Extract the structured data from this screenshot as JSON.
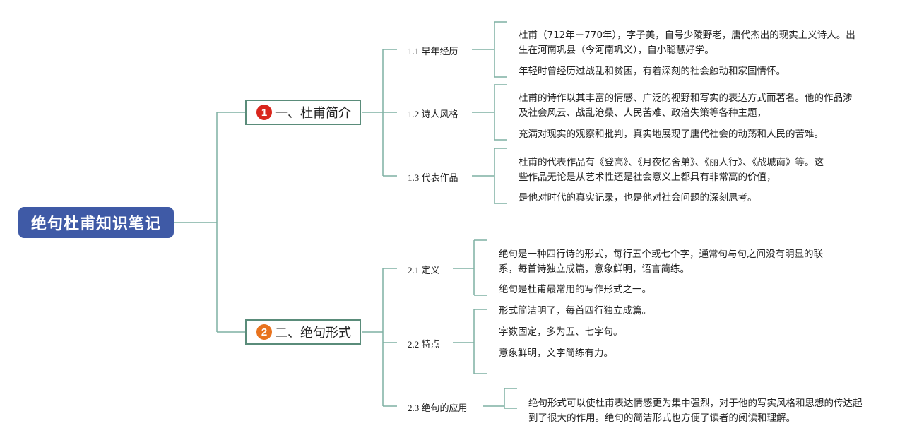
{
  "root": {
    "title": "绝句杜甫知识笔记"
  },
  "sections": [
    {
      "badge": "1",
      "badge_color": "#d9261c",
      "title": "一、杜甫简介",
      "subs": [
        {
          "label": "1.1 早年经历",
          "leaves": [
            [
              "杜甫（712年－770年），字子美，自号少陵野老，唐代杰出的现实主义诗人。出",
              "生在河南巩县（今河南巩义），自小聪慧好学。"
            ],
            [
              "年轻时曾经历过战乱和贫困，有着深刻的社会触动和家国情怀。"
            ]
          ]
        },
        {
          "label": "1.2 诗人风格",
          "leaves": [
            [
              "杜甫的诗作以其丰富的情感、广泛的视野和写实的表达方式而著名。他的作品涉",
              "及社会风云、战乱沧桑、人民苦难、政治失策等各种主题，"
            ],
            [
              "充满对现实的观察和批判，真实地展现了唐代社会的动荡和人民的苦难。"
            ]
          ]
        },
        {
          "label": "1.3 代表作品",
          "leaves": [
            [
              "杜甫的代表作品有《登高》、《月夜忆舍弟》、《丽人行》、《战城南》等。这",
              "些作品无论是从艺术性还是社会意义上都具有非常高的价值，"
            ],
            [
              "是他对时代的真实记录，也是他对社会问题的深刻思考。"
            ]
          ]
        }
      ]
    },
    {
      "badge": "2",
      "badge_color": "#e8731e",
      "title": "二、绝句形式",
      "subs": [
        {
          "label": "2.1 定义",
          "leaves": [
            [
              "绝句是一种四行诗的形式，每行五个或七个字，通常句与句之间没有明显的联",
              "系，每首诗独立成篇，意象鲜明，语言简练。"
            ],
            [
              "绝句是杜甫最常用的写作形式之一。"
            ]
          ]
        },
        {
          "label": "2.2 特点",
          "leaves": [
            [
              "形式简洁明了，每首四行独立成篇。"
            ],
            [
              "字数固定，多为五、七字句。"
            ],
            [
              "意象鲜明，文字简练有力。"
            ]
          ]
        },
        {
          "label": "2.3 绝句的应用",
          "leaves": [
            [
              "绝句形式可以使杜甫表达情感更为集中强烈，对于他的写实风格和思想的传达起",
              "到了很大的作用。绝句的简洁形式也方便了读者的阅读和理解。"
            ]
          ]
        }
      ]
    }
  ]
}
